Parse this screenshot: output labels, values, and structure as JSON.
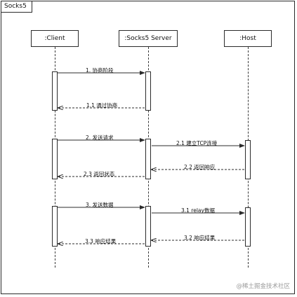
{
  "frame": {
    "title": "Socks5"
  },
  "actors": [
    {
      "id": "client",
      "label": ":Client"
    },
    {
      "id": "server",
      "label": ":Socks5 Server"
    },
    {
      "id": "host",
      "label": ":Host"
    }
  ],
  "messages": [
    {
      "label": "1. 协商阶段",
      "from": "client",
      "to": "server",
      "style": "solid"
    },
    {
      "label": "1.1 通过协商",
      "from": "server",
      "to": "client",
      "style": "dashed"
    },
    {
      "label": "2. 发送请求",
      "from": "client",
      "to": "server",
      "style": "solid"
    },
    {
      "label": "2.1 建立TCP连接",
      "from": "server",
      "to": "host",
      "style": "solid"
    },
    {
      "label": "2.2 返回响应",
      "from": "host",
      "to": "server",
      "style": "dashed"
    },
    {
      "label": "2.3 返回状态",
      "from": "server",
      "to": "client",
      "style": "dashed"
    },
    {
      "label": "3. 发送数据",
      "from": "client",
      "to": "server",
      "style": "solid"
    },
    {
      "label": "3.1 relay数据",
      "from": "server",
      "to": "host",
      "style": "solid"
    },
    {
      "label": "3.2 响应结果",
      "from": "host",
      "to": "server",
      "style": "dashed"
    },
    {
      "label": "3.3 响应结果",
      "from": "server",
      "to": "client",
      "style": "dashed"
    }
  ],
  "watermark": "@稀土掘金技术社区",
  "colors": {
    "line": "#2b2b2b",
    "watermark": "#9a9a9a"
  }
}
